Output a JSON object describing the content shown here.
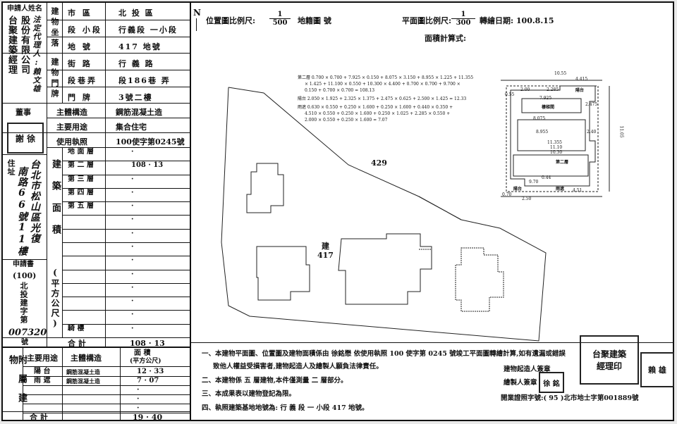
{
  "applicant": {
    "header": "申請人姓名",
    "name_line1": "台聚建築經理",
    "name_line2": "股份有限公司",
    "name_line3": "法定代理人:賴文雄",
    "director_label": "董事",
    "seal_text": "謝 徐",
    "address_label": "住址",
    "address_line1": "台北市松山區光復",
    "address_line2": "南路66號11樓",
    "appno_label": "申請書",
    "appno_value_line1": "(100)",
    "appno_value_line2": "北投建字第",
    "appno_handwritten": "007320",
    "appno_suffix": "號"
  },
  "location": {
    "group_label": "建物坐落",
    "rows": [
      {
        "label": "市 區",
        "value": "北 投 區"
      },
      {
        "label": "段 小段",
        "value": "行義段 一小段"
      },
      {
        "label": "地 號",
        "value": "417  地號"
      }
    ]
  },
  "doorplate": {
    "group_label": "建物門牌",
    "rows": [
      {
        "label": "街 路",
        "value": "行 義 路"
      },
      {
        "label": "段巷弄",
        "value": "段186巷 弄"
      },
      {
        "label": "門 牌",
        "value": "3號二樓"
      }
    ]
  },
  "structure": {
    "rows": [
      {
        "label": "主體構造",
        "value": "鋼筋混凝土造"
      },
      {
        "label": "主要用途",
        "value": "集合住宅"
      },
      {
        "label": "使用執照",
        "value": "100使字第0245號"
      }
    ]
  },
  "building_area": {
    "group_label": "建築面積",
    "unit_label": "(平方公尺)",
    "floors": [
      {
        "label": "地 面 層",
        "value": "·"
      },
      {
        "label": "第 二 層",
        "value": "108 · 13"
      },
      {
        "label": "第 三 層",
        "value": "·"
      },
      {
        "label": "第 四 層",
        "value": "·"
      },
      {
        "label": "第 五 層",
        "value": "·"
      },
      {
        "label": "",
        "value": "·"
      },
      {
        "label": "",
        "value": "·"
      },
      {
        "label": "",
        "value": "·"
      },
      {
        "label": "",
        "value": "·"
      },
      {
        "label": "",
        "value": "·"
      },
      {
        "label": "",
        "value": "·"
      },
      {
        "label": "",
        "value": "·"
      },
      {
        "label": "",
        "value": "·"
      },
      {
        "label": "騎 樓",
        "value": "·"
      }
    ],
    "total_label": "合  計",
    "total_value": "108 · 13"
  },
  "annex": {
    "side_label": "附屬建物",
    "col_use": "主要用途",
    "col_struct": "主體構造",
    "col_area_line1": "面    積",
    "col_area_line2": "(平方公尺)",
    "rows": [
      {
        "use": "陽 台",
        "struct": "鋼筋混凝土造",
        "area": "12 · 33"
      },
      {
        "use": "雨 遮",
        "struct": "鋼筋混凝土造",
        "area": "7 · 07"
      },
      {
        "use": "",
        "struct": "",
        "area": "·"
      },
      {
        "use": "",
        "struct": "",
        "area": "·"
      },
      {
        "use": "",
        "struct": "",
        "area": "·"
      }
    ],
    "total_label": "合  計",
    "total_value": "19 · 40"
  },
  "right": {
    "north": "N",
    "loc_scale_label": "位置圖比例尺:",
    "loc_scale_num": "1",
    "loc_scale_den": "500",
    "cadastral_label": "地籍圖     號",
    "plan_scale_label": "平面圖比例尺:",
    "plan_scale_num": "1",
    "plan_scale_den": "300",
    "transfer_date": "轉繪日期: 100.8.15",
    "area_calc_title": "面積計算式:",
    "formula_line1": "第二層 0.700 × 0.700 + 7.925 × 0.150 + 8.075 × 3.150 + 8.955 × 1.225 + 11.355",
    "formula_line2": "× 1.425 + 11.100 × 0.550 + 10.300 × 4.400 + 0.700 × 0.700 + 9.700 ×",
    "formula_line3": "0.150 + 0.700 × 0.700 = 108.13",
    "formula_line4": "陽台 2.050 × 1.925 + 2.325 × 1.375 + 2.475 × 0.625 + 2.500 × 1.425 = 12.33",
    "formula_line5": "雨遮 0.630 × 0.550 + 0.250 × 1.600 + 0.250 × 1.600 + 0.440 × 0.350 +",
    "formula_line6": "4.510 × 0.550 + 0.250 × 1.600 + 0.250 × 1.025 + 2.285 × 0.550 +",
    "formula_line7": "2.000 × 0.550 + 0.250 × 1.600 = 7.07",
    "parcel_429": "429",
    "parcel_jian": "建",
    "parcel_417": "417",
    "plan": {
      "dim_top": "10.55",
      "dim_top2": "4.415",
      "dim_a": "2.00",
      "dim_b": "2.285",
      "dim_c": "7.925",
      "dim_d": "8.075",
      "dim_e": "8.955",
      "dim_f": "11.355",
      "dim_g": "11.10",
      "dim_h": "10.30",
      "dim_i": "9.70",
      "dim_j": "4.51",
      "dim_k": "2.50",
      "dim_l": "2.475",
      "dim_m": "2.40",
      "dim_n": "0.44",
      "dim_o": "0.70",
      "dim_p": "11.05",
      "dim_q": "0.55",
      "label_balcony1": "陽台",
      "label_balcony2": "陽台",
      "label_floor2": "第二層",
      "label_rain": "雨遮",
      "label_room": "樓梯間"
    },
    "note1": "一、本建物平面圖、位置圖及建物面積係由 徐銘懋 依使用執照 100 使字第 0245 號竣工平面圖轉繪計算,如有遺漏或錯誤",
    "note1b": "致他人權益受損害者,建物起造人及繪製人願負法律責任。",
    "note2": "二、本建物係  五  層建物,本件僅測量     二     層部分。",
    "note3": "三、本成果表以建物登記為限。",
    "note4": "四、執照建築基地地號為: 行 義  段    一    小段      417        地號。",
    "builder_label": "建物起造人簽章",
    "drafter_label": "繪製人簽章",
    "license": "開業證照字號:( 95 )北市地士字第001889號",
    "drafter_seal": "徐 銘",
    "company_seal": "台聚建築",
    "company_seal2": "經理印",
    "small_seal": "賴 雄"
  }
}
